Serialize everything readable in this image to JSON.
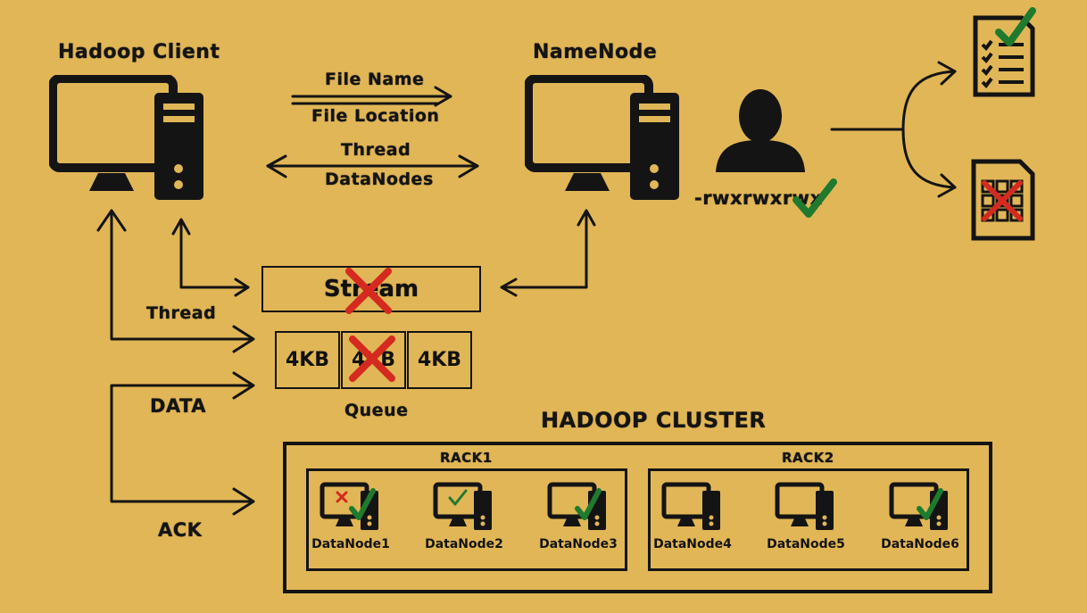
{
  "client": {
    "title": "Hadoop Client"
  },
  "namenode": {
    "title": "NameNode",
    "permissions": "-rwxrwxrwx"
  },
  "arrows": {
    "file_name": "File Name",
    "file_location": "File Location",
    "thread_top": "Thread",
    "datanodes": "DataNodes",
    "thread_left": "Thread",
    "data": "DATA",
    "ack": "ACK"
  },
  "stream": {
    "label": "Stream"
  },
  "queue": {
    "label": "Queue",
    "packets": [
      "4KB",
      "4KB",
      "4KB"
    ]
  },
  "cluster": {
    "title": "HADOOP CLUSTER",
    "racks": [
      {
        "name": "RACK1",
        "nodes": [
          "DataNode1",
          "DataNode2",
          "DataNode3"
        ]
      },
      {
        "name": "RACK2",
        "nodes": [
          "DataNode4",
          "DataNode5",
          "DataNode6"
        ]
      }
    ]
  },
  "colors": {
    "background": "#e1b656",
    "check": "#1f7a2e",
    "cross": "#d42a1f",
    "ink": "#141414"
  },
  "icons": [
    "computer-icon",
    "user-icon",
    "checklist-icon",
    "denied-document-icon",
    "checkmark-icon",
    "cross-icon"
  ]
}
